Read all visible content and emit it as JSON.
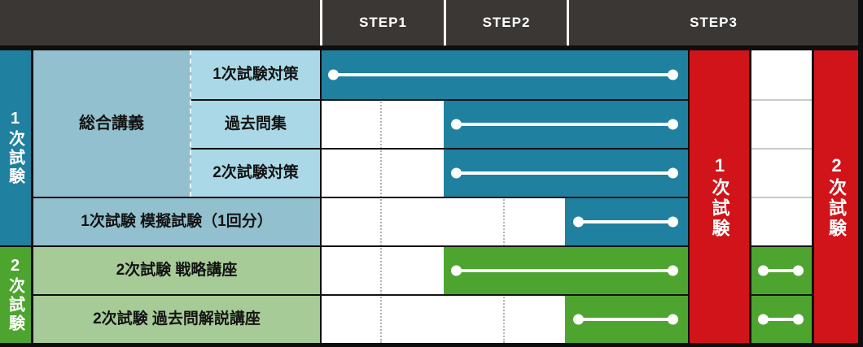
{
  "header": {
    "steps": [
      "STEP1",
      "STEP2",
      "STEP3"
    ]
  },
  "sidebar": {
    "first_exam_group": "1次試験",
    "second_exam_group": "2次試験"
  },
  "course_group": {
    "label": "総合講義"
  },
  "exam_bands": {
    "first": "1次試験",
    "second": "2次試験"
  },
  "colors": {
    "header_bg": "#3b3734",
    "teal": "#20809f",
    "teal_label": "#92c0ce",
    "light_blue": "#aad8e6",
    "green": "#4da52f",
    "light_green": "#a6cb97",
    "red": "#d11419",
    "white": "#ffffff"
  },
  "chart_data": {
    "type": "gantt",
    "columns": [
      "STEP1",
      "STEP2",
      "STEP3"
    ],
    "milestone_bands": [
      "1次試験",
      "2次試験"
    ],
    "rows": [
      {
        "group": "1次試験",
        "subgroup": "総合講義",
        "label": "1次試験対策",
        "bar_color": "teal",
        "segments": [
          {
            "from": "STEP1開始",
            "to": "1次試験直前"
          }
        ]
      },
      {
        "group": "1次試験",
        "subgroup": "総合講義",
        "label": "過去問集",
        "bar_color": "teal",
        "segments": [
          {
            "from": "STEP2開始",
            "to": "1次試験直前"
          }
        ]
      },
      {
        "group": "1次試験",
        "subgroup": "総合講義",
        "label": "2次試験対策",
        "bar_color": "teal",
        "segments": [
          {
            "from": "STEP2開始",
            "to": "1次試験直前"
          }
        ]
      },
      {
        "group": "1次試験",
        "subgroup": null,
        "label": "1次試験 模擬試験（1回分）",
        "bar_color": "teal",
        "segments": [
          {
            "from": "STEP3中盤",
            "to": "1次試験直前"
          }
        ]
      },
      {
        "group": "2次試験",
        "subgroup": null,
        "label": "2次試験 戦略講座",
        "bar_color": "green",
        "segments": [
          {
            "from": "STEP2開始",
            "to": "1次試験直前"
          },
          {
            "from": "1次試験後",
            "to": "2次試験直前"
          }
        ]
      },
      {
        "group": "2次試験",
        "subgroup": null,
        "label": "2次試験 過去問解説講座",
        "bar_color": "green",
        "segments": [
          {
            "from": "STEP3中盤",
            "to": "1次試験直前"
          },
          {
            "from": "1次試験後",
            "to": "2次試験直前"
          }
        ]
      }
    ]
  }
}
